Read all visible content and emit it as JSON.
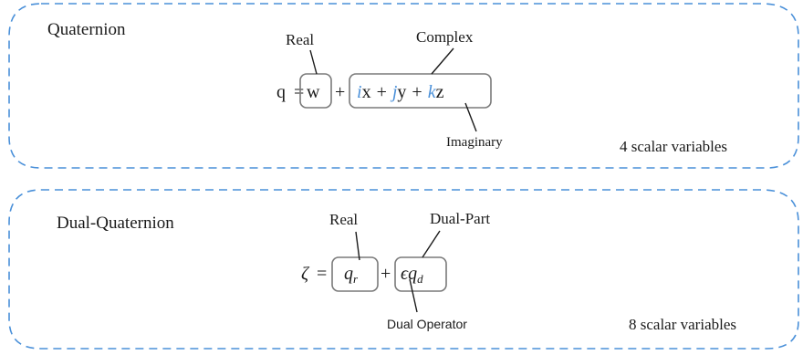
{
  "colors": {
    "dash": "#4a90d9",
    "box": "#7a7a7a",
    "unit": "#4a90d9",
    "text": "#1a1a1a"
  },
  "quaternion": {
    "title": "Quaternion",
    "lhs": "q",
    "equals": "=",
    "real_term": "w",
    "plus": "+",
    "unit_i": "i",
    "var_x": "x",
    "plus_2": "+",
    "unit_j": "j",
    "var_y": "y",
    "plus_3": "+",
    "unit_k": "k",
    "var_z": "z",
    "label_real": "Real",
    "label_complex": "Complex",
    "label_imaginary": "Imaginary",
    "note": "4 scalar variables"
  },
  "dual_quaternion": {
    "title": "Dual-Quaternion",
    "lhs": "ζ",
    "equals": "=",
    "real_base": "q",
    "real_sub": "r",
    "plus": "+",
    "dual_operator": "ϵ",
    "dual_base": "q",
    "dual_sub": "d",
    "label_real": "Real",
    "label_dual_part": "Dual-Part",
    "label_dual_operator": "Dual Operator",
    "note": "8 scalar variables"
  }
}
